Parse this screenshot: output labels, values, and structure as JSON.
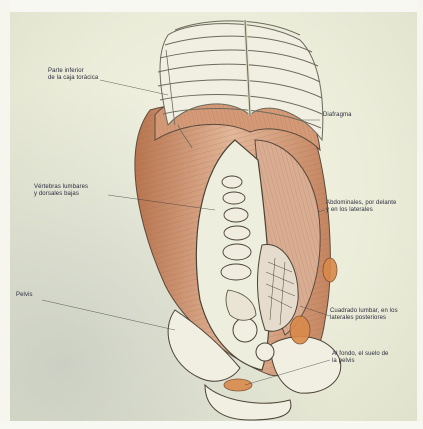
{
  "labels": {
    "ribcage": "Parte inferior\nde la caja torácica",
    "diaphragm": "Diafragma",
    "vertebrae": "Vértebras lumbares\ny dorsales bajas",
    "abdominals": "Abdominales, por delante\ny en los laterales",
    "pelvis": "Pelvis",
    "quadratus": "Cuadrado lumbar, en los\nlaterales posteriores",
    "pelvic_floor": "Al fondo, el suelo de\nla pelvis"
  },
  "illustration": {
    "subject": "anatomical drawing of torso core muscles",
    "colors": {
      "bone": "#f1efe2",
      "bone_line": "#6b6a5c",
      "muscle": "#d8a888",
      "muscle_dark": "#b87452",
      "ink": "#4a4336",
      "orange": "#d98a4a"
    }
  }
}
